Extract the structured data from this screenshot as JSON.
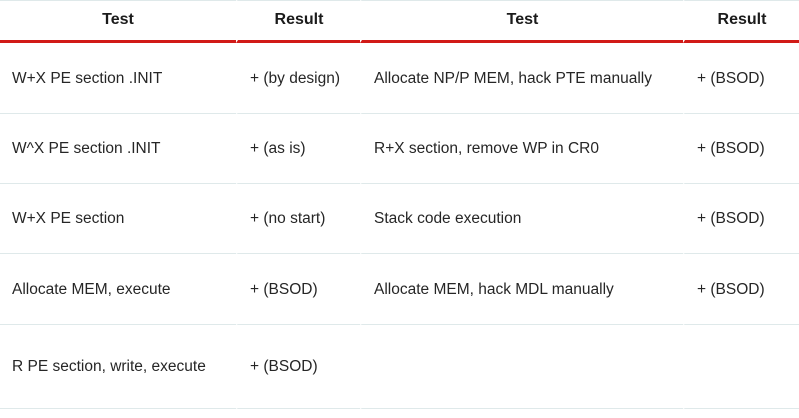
{
  "table": {
    "headers": [
      "Test",
      "Result",
      "Test",
      "Result"
    ],
    "accent_color": "#d11a17",
    "divider_color": "#dfe9ea",
    "text_color": "#262626",
    "rows": [
      {
        "test_left": "W+X PE section .INIT",
        "result_left": "+ (by design)",
        "test_right": "Allocate NP/P MEM, hack PTE manually",
        "result_right": "+ (BSOD)"
      },
      {
        "test_left": "W^X PE section .INIT",
        "result_left": "+ (as is)",
        "test_right": "R+X section, remove WP in CR0",
        "result_right": "+ (BSOD)"
      },
      {
        "test_left": "W+X PE section",
        "result_left": "+ (no start)",
        "test_right": "Stack code execution",
        "result_right": "+ (BSOD)"
      },
      {
        "test_left": "Allocate MEM, execute",
        "result_left": "+ (BSOD)",
        "test_right": "Allocate MEM, hack MDL manually",
        "result_right": "+ (BSOD)"
      },
      {
        "test_left": "R PE section, write, execute",
        "result_left": "+ (BSOD)",
        "test_right": "",
        "result_right": ""
      }
    ]
  }
}
